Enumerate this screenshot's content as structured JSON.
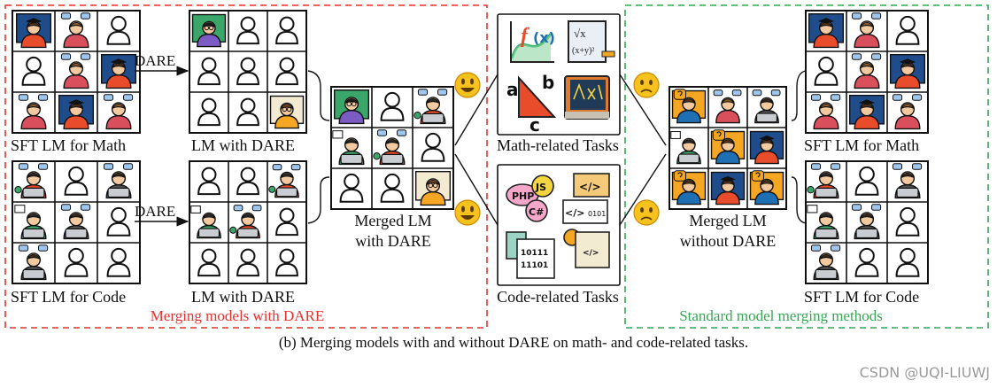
{
  "labels": {
    "sft_math_left": "SFT LM for Math",
    "sft_code_left": "SFT LM for Code",
    "dare_arrow_top": "DARE",
    "dare_arrow_bottom": "DARE",
    "lm_dare_top": "LM with DARE",
    "lm_dare_bottom": "LM with DARE",
    "merged_with_1": "Merged LM",
    "merged_with_2": "with DARE",
    "math_tasks": "Math-related Tasks",
    "code_tasks": "Code-related Tasks",
    "merged_without_1": "Merged LM",
    "merged_without_2": "without DARE",
    "sft_math_right": "SFT LM for Math",
    "sft_code_right": "SFT LM for Code",
    "box_left_caption": "Merging models with DARE",
    "box_right_caption": "Standard model merging methods",
    "figure_caption": "(b) Merging models with and without DARE on math- and code-related tasks.",
    "watermark": "CSDN @UQI-LIUWJ"
  },
  "math_icons": [
    "f",
    "(x)",
    "√x",
    "(x+y)²",
    "a",
    "b",
    "c"
  ],
  "code_icons": [
    "PHP",
    "JS",
    "C#",
    "</>",
    "</>",
    "0101",
    "10111",
    "11101",
    "</>"
  ],
  "colors": {
    "red_box": "#e8312f",
    "green_box": "#34a853",
    "happy": "#f7c21e",
    "sad": "#f7c21e"
  },
  "grids": {
    "sft_math_left": [
      "grad",
      "teach",
      "empty",
      "empty",
      "teach",
      "grad",
      "teach",
      "grad",
      "teach"
    ],
    "lm_dare_top": [
      "board",
      "empty",
      "empty",
      "empty",
      "empty",
      "empty",
      "empty",
      "empty",
      "glasses"
    ],
    "sft_code_left": [
      "coder",
      "empty",
      "apple",
      "hacker",
      "apple",
      "empty",
      "apple",
      "empty",
      "empty"
    ],
    "lm_dare_bottom": [
      "empty",
      "empty",
      "coder",
      "hacker",
      "coder",
      "empty",
      "empty",
      "empty",
      "empty"
    ],
    "merged_with": [
      "board",
      "empty",
      "coder",
      "hacker",
      "coder",
      "empty",
      "empty",
      "empty",
      "glasses"
    ],
    "merged_without": [
      "quiz",
      "teach",
      "apple",
      "hacker",
      "quiz",
      "grad",
      "quiz",
      "grad",
      "quiz"
    ],
    "sft_math_right": [
      "grad",
      "teach",
      "empty",
      "empty",
      "teach",
      "grad",
      "teach",
      "grad",
      "teach"
    ],
    "sft_code_right": [
      "coder",
      "empty",
      "apple",
      "hacker",
      "apple",
      "empty",
      "apple",
      "empty",
      "empty"
    ]
  }
}
